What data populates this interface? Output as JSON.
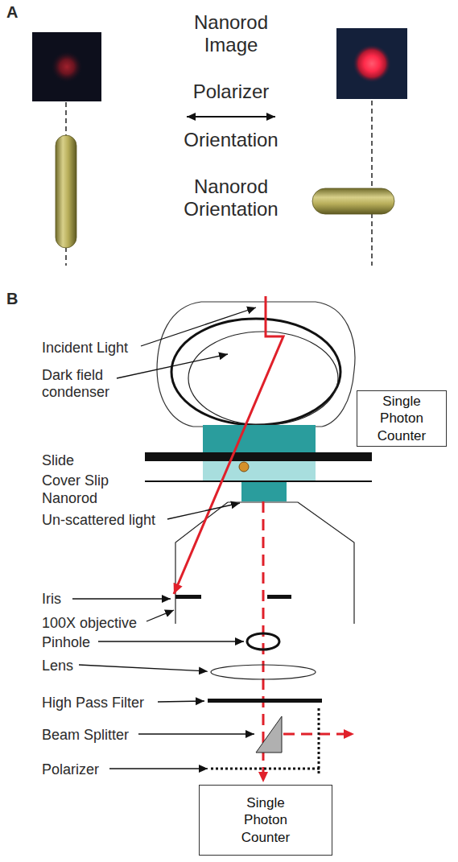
{
  "diagram": {
    "nodes": [
      {
        "text": [
          "Single Photon Counter"
        ]
      },
      {
        "text": [
          "Single Photon Counter"
        ]
      }
    ],
    "labels": [
      "A",
      "Nanorod Image",
      "Polarizer",
      "Orientation",
      "Nanorod Orientation",
      "B",
      "Incident Light",
      "Dark field condenser",
      "Slide",
      "Cover Slip",
      "Nanorod",
      "Un-scattered light",
      "Iris",
      "100X objective",
      "Pinhole",
      "Lens",
      "High Pass Filter",
      "Beam Splitter",
      "Polarizer"
    ]
  }
}
